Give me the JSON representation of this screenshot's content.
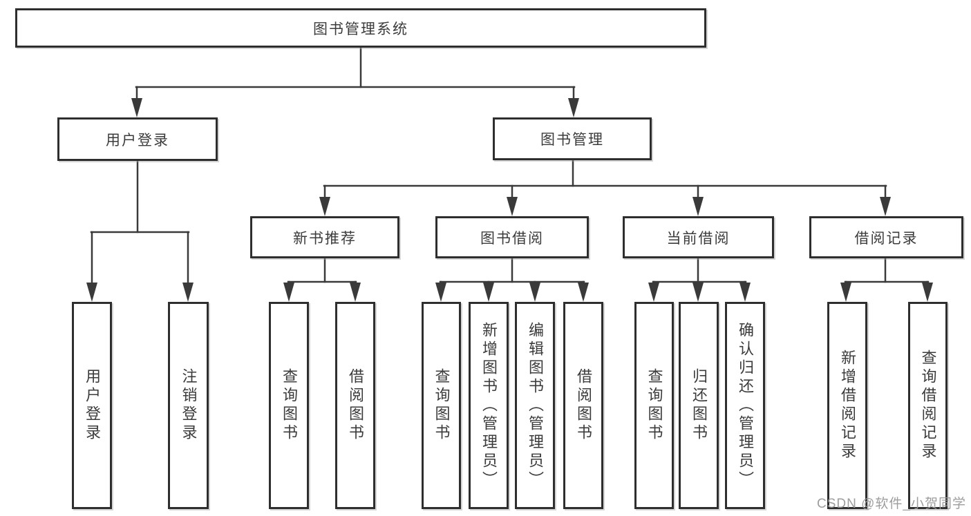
{
  "diagram_type": "hierarchy-tree",
  "colors": {
    "line": "#3a3a3a",
    "box_border": "#2e2e2e",
    "text": "#3b3b3b",
    "watermark": "#989898",
    "background": "#ffffff"
  },
  "tree": {
    "root": {
      "label": "图书管理系统"
    },
    "user_login": {
      "label": "用户登录",
      "children": [
        {
          "label": "用户登录"
        },
        {
          "label": "注销登录"
        }
      ]
    },
    "book_mgmt": {
      "label": "图书管理",
      "groups": {
        "new_books": {
          "label": "新书推荐",
          "children": [
            {
              "label": "查询图书"
            },
            {
              "label": "借阅图书"
            }
          ]
        },
        "borrowing": {
          "label": "图书借阅",
          "children": [
            {
              "label": "查询图书"
            },
            {
              "label": "新增图书（管理员）"
            },
            {
              "label": "编辑图书（管理员）"
            },
            {
              "label": "借阅图书"
            }
          ]
        },
        "current": {
          "label": "当前借阅",
          "children": [
            {
              "label": "查询图书"
            },
            {
              "label": "归还图书"
            },
            {
              "label": "确认归还（管理员）"
            }
          ]
        },
        "records": {
          "label": "借阅记录",
          "children": [
            {
              "label": "新增借阅记录"
            },
            {
              "label": "查询借阅记录"
            }
          ]
        }
      }
    }
  },
  "watermark": {
    "text": "CSDN @软件_小贺同学"
  }
}
